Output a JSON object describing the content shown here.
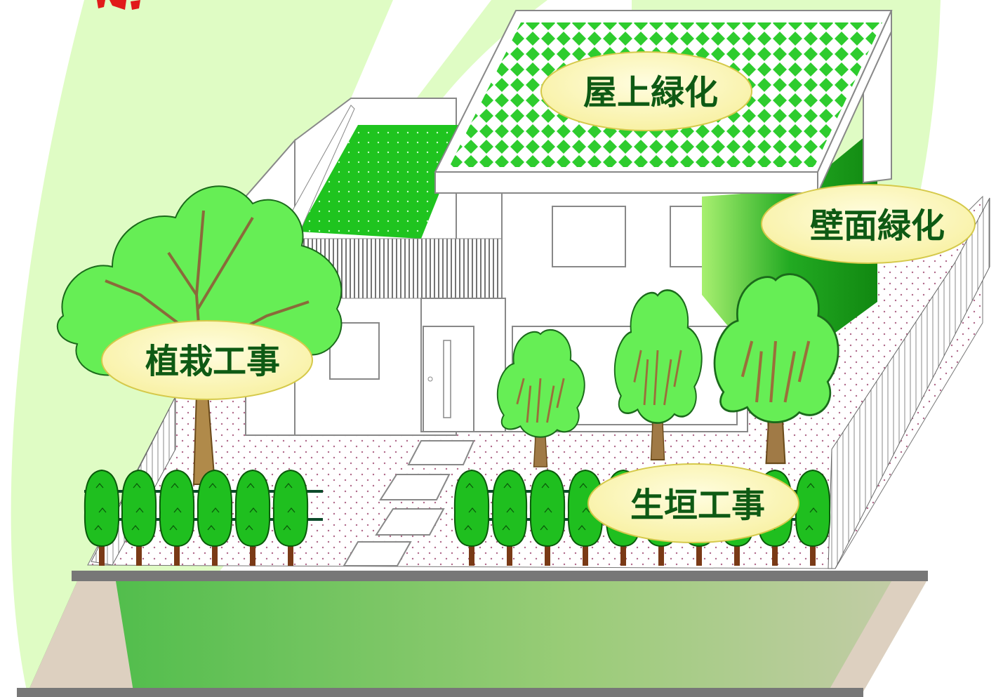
{
  "labels": {
    "rooftop": "屋上緑化",
    "wall": "壁面緑化",
    "planting": "植栽工事",
    "hedge": "生垣工事"
  },
  "colors": {
    "label_fill": "#fdf7b7",
    "label_stroke": "#d5c94a",
    "label_text": "#0e5a14",
    "grass_light": "#d9fbb8",
    "tree_green": "#66ee55",
    "hedge_green": "#22bb22",
    "road": "#777777",
    "path": "#ddd0c0"
  },
  "icons": {
    "tree": "tree-icon",
    "hedge": "hedge-shrub-icon",
    "house": "house-icon",
    "logo": "red-logo-fragment"
  }
}
